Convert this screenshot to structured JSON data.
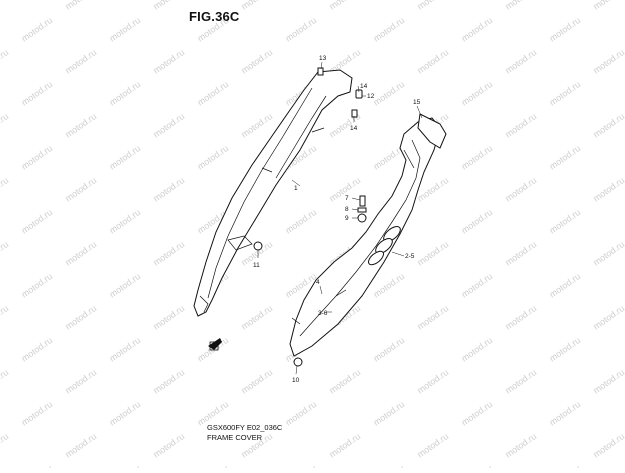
{
  "figure": {
    "title": "FIG.36C",
    "code": "GSX600FY E02_036C",
    "name": "FRAME COVER"
  },
  "watermark": {
    "text": "motod.ru",
    "color": "#cfcfcf"
  },
  "callouts": [
    {
      "id": "c13",
      "label": "13"
    },
    {
      "id": "c14a",
      "label": "14"
    },
    {
      "id": "c12",
      "label": "12"
    },
    {
      "id": "c14b",
      "label": "14"
    },
    {
      "id": "c15",
      "label": "15"
    },
    {
      "id": "c1",
      "label": "1"
    },
    {
      "id": "c7",
      "label": "7"
    },
    {
      "id": "c8",
      "label": "8"
    },
    {
      "id": "c9",
      "label": "9"
    },
    {
      "id": "c25",
      "label": "2-5"
    },
    {
      "id": "c11",
      "label": "11"
    },
    {
      "id": "c4",
      "label": "4"
    },
    {
      "id": "c36",
      "label": "3-6"
    },
    {
      "id": "c10",
      "label": "10"
    }
  ],
  "icons": {
    "front_arrow": "front-arrow-icon"
  }
}
